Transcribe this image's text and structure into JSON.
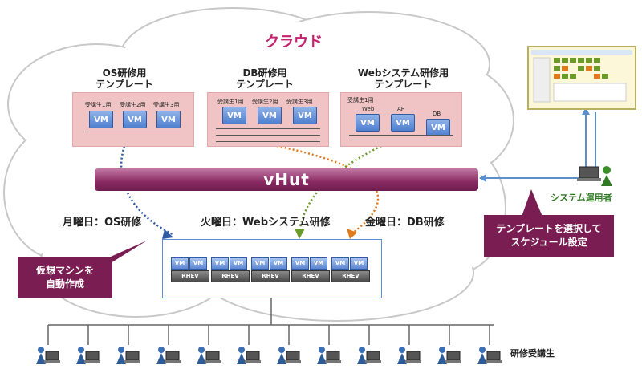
{
  "cloud": {
    "title": "クラウド"
  },
  "templates": [
    {
      "title_line1": "OS研修用",
      "title_line2": "テンプレート",
      "labels": [
        "受講生1用",
        "受講生2用",
        "受講生3用"
      ],
      "vms": [
        "VM",
        "VM",
        "VM"
      ]
    },
    {
      "title_line1": "DB研修用",
      "title_line2": "テンプレート",
      "labels": [
        "受講生1用",
        "受講生2用",
        "受講生3用"
      ],
      "vms": [
        "VM",
        "VM",
        "VM"
      ]
    },
    {
      "title_line1": "Webシステム研修用",
      "title_line2": "テンプレート",
      "labels": [
        "受講生1用",
        "Web",
        "AP",
        "DB"
      ],
      "vms": [
        "VM",
        "VM",
        "VM"
      ]
    }
  ],
  "vhut": {
    "label": "vHut"
  },
  "days": {
    "monday": "月曜日：OS研修",
    "tuesday": "火曜日：Webシステム研修",
    "friday": "金曜日：DB研修"
  },
  "callouts": {
    "auto_line1": "仮想マシンを",
    "auto_line2": "自動作成",
    "schedule_line1": "テンプレートを選択して",
    "schedule_line2": "スケジュール設定"
  },
  "servers": [
    {
      "vm1": "VM",
      "vm2": "VM",
      "label": "RHEV"
    },
    {
      "vm1": "VM",
      "vm2": "VM",
      "label": "RHEV"
    },
    {
      "vm1": "VM",
      "vm2": "VM",
      "label": "RHEV"
    },
    {
      "vm1": "VM",
      "vm2": "VM",
      "label": "RHEV"
    },
    {
      "vm1": "VM",
      "vm2": "VM",
      "label": "RHEV"
    }
  ],
  "operator": {
    "label": "システム運用者"
  },
  "students": {
    "label": "研修受講生"
  },
  "colors": {
    "cloud_title": "#c4226f",
    "vhut": "#8a2a63",
    "arrow_blue": "#2f5aa5",
    "arrow_orange": "#e07a1a",
    "arrow_green": "#6a9a2a"
  }
}
